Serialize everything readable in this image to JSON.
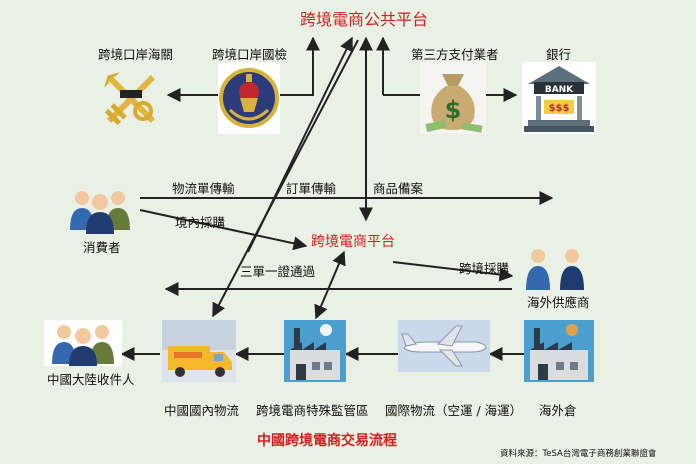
{
  "top_platform": "跨境電商公共平台",
  "mid_platform": "跨境電商平台",
  "nodes": {
    "customs": "跨境口岸海關",
    "inspection": "跨境口岸國檢",
    "payment": "第三方支付業者",
    "bank": "銀行",
    "bank_sign": "BANK",
    "bank_money": "$$$",
    "consumer": "消費者",
    "overseas_supplier": "海外供應商",
    "china_recipient": "中國大陸收件人",
    "domestic_logistics": "中國國內物流",
    "bonded_zone": "跨境電商特殊監管區",
    "intl_logistics": "國際物流（空運 / 海運）",
    "overseas_warehouse": "海外倉"
  },
  "flows": {
    "logistics_order": "物流單傳輸",
    "order_transmit": "訂單傳輸",
    "goods_filing": "商品備案",
    "domestic_purchase": "境內採購",
    "cross_border_purchase": "跨境採購",
    "three_docs": "三單一證通過"
  },
  "caption": "中國跨境電商交易流程",
  "source": "資料來源：TeSA台灣電子商務創業聯誼會",
  "colors": {
    "arrow": "#222222",
    "accent": "#d51f1f",
    "background": "#e8f1e4"
  }
}
